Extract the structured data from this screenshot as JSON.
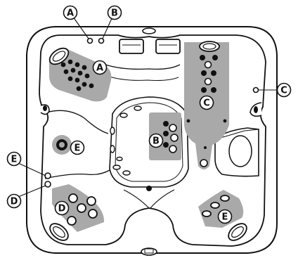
{
  "diagram": {
    "zones": [
      {
        "id": "A",
        "description": "jet cluster upper-left seat"
      },
      {
        "id": "B",
        "description": "jet cluster center seat"
      },
      {
        "id": "C",
        "description": "lounger jet column"
      },
      {
        "id": "D",
        "description": "jet cluster lower-left seat"
      },
      {
        "id": "E",
        "description": "accent jets"
      }
    ],
    "callouts": [
      {
        "letter": "A",
        "placement": "top-left"
      },
      {
        "letter": "B",
        "placement": "top"
      },
      {
        "letter": "A",
        "placement": "on-seat"
      },
      {
        "letter": "C",
        "placement": "on-lounger"
      },
      {
        "letter": "C",
        "placement": "right-edge"
      },
      {
        "letter": "B",
        "placement": "center-seat"
      },
      {
        "letter": "E",
        "placement": "left-wall"
      },
      {
        "letter": "E",
        "placement": "left-edge"
      },
      {
        "letter": "D",
        "placement": "left-edge"
      },
      {
        "letter": "D",
        "placement": "lower-left-seat"
      },
      {
        "letter": "E",
        "placement": "lower-right-seat"
      }
    ],
    "colors": {
      "outline": "#111111",
      "zone_shade": "#a9a9a9",
      "shell": "#ffffff",
      "label_bg": "#ffffff"
    }
  }
}
